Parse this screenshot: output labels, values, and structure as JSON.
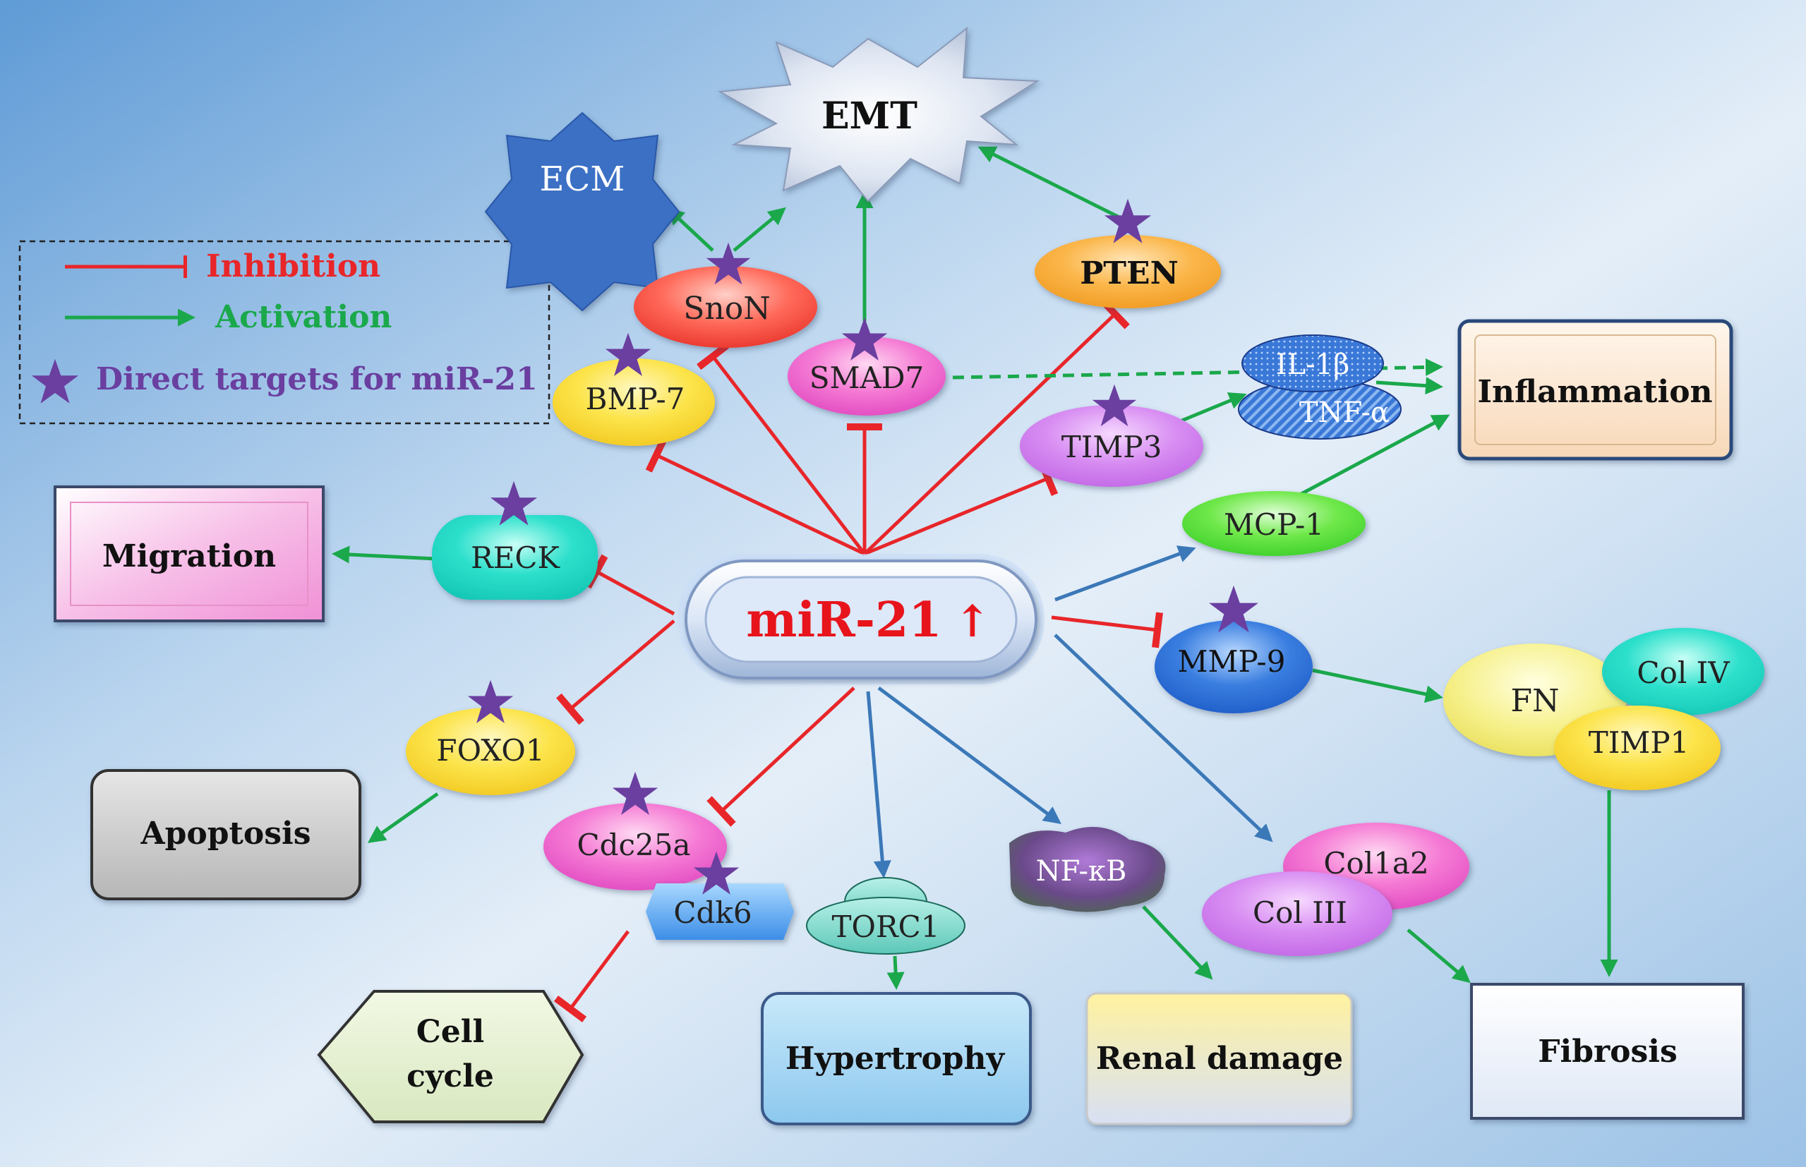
{
  "legend": {
    "inhibition": "Inhibition",
    "activation": "Activation",
    "direct_targets": "Direct targets for miR-21"
  },
  "center": {
    "label": "miR-21",
    "arrow": "↑"
  },
  "nodes": {
    "emt": "EMT",
    "ecm": "ECM",
    "snon": "SnoN",
    "smad7": "SMAD7",
    "pten": "PTEN",
    "bmp7": "BMP-7",
    "il1b": "IL-1β",
    "tnfa": "TNF-α",
    "timp3": "TIMP3",
    "mcp1": "MCP-1",
    "reck": "RECK",
    "mmp9": "MMP-9",
    "foxo1": "FOXO1",
    "fn": "FN",
    "col4": "Col IV",
    "timp1": "TIMP1",
    "cdc25a": "Cdc25a",
    "cdk6": "Cdk6",
    "torc1": "TORC1",
    "nfkb": "NF-κB",
    "col1a2": "Col1a2",
    "col3": "Col III"
  },
  "outcomes": {
    "inflammation": "Inflammation",
    "migration": "Migration",
    "apoptosis": "Apoptosis",
    "cell_cycle_1": "Cell",
    "cell_cycle_2": "cycle",
    "hypertrophy": "Hypertrophy",
    "renal_damage": "Renal damage",
    "fibrosis": "Fibrosis"
  },
  "colors": {
    "inhibition": "#e8262a",
    "activation": "#1aa84b",
    "star": "#6a3fa0",
    "blue_arrow": "#3b78b8",
    "center_text": "#e8141c"
  }
}
